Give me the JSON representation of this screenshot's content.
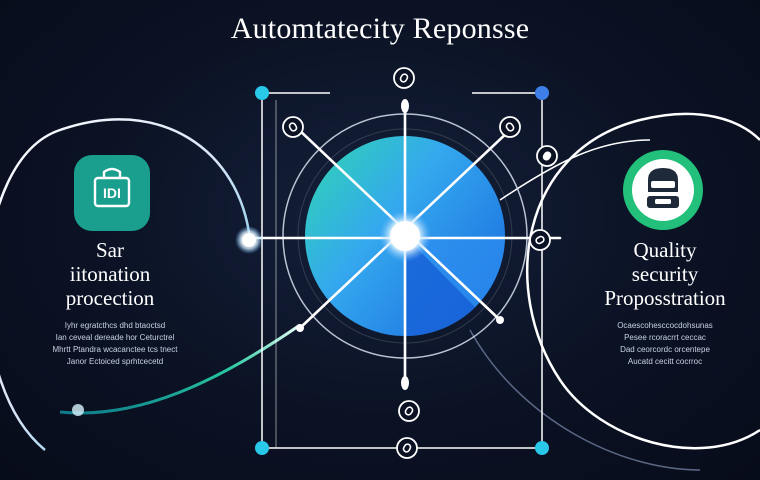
{
  "title": "Automtatecity Reponsse",
  "left_panel": {
    "icon": "id-card-icon",
    "icon_text": "IDI",
    "title_lines": [
      "Sar",
      "iitonation",
      "procection"
    ],
    "body_lines": [
      "Iyhr egratcthcs dhd btaoctsd",
      "Ian ceveal dereade hor Ceturctrel",
      "Mhrtt Ptandra  wcacanctee tcs tnect",
      "Janor Ectoiced sprhtcecetd"
    ]
  },
  "right_panel": {
    "icon": "user-shield-icon",
    "title_lines": [
      "Quality",
      "security",
      "Proposstration"
    ],
    "body_lines": [
      "Ocaescohesccocdohsunas",
      "Pesee rcoracrrt ceccac",
      "Dad ceorcordc orcentepe",
      "Aucatd cecitt cocrroc"
    ]
  },
  "colors": {
    "accent_cyan": "#29c7e8",
    "accent_blue": "#3d7fe6",
    "accent_green": "#2ee0a6",
    "wheel_light": "#35a8ee",
    "wheel_dark": "#1763d8",
    "icon_green": "#1a9e8e"
  }
}
